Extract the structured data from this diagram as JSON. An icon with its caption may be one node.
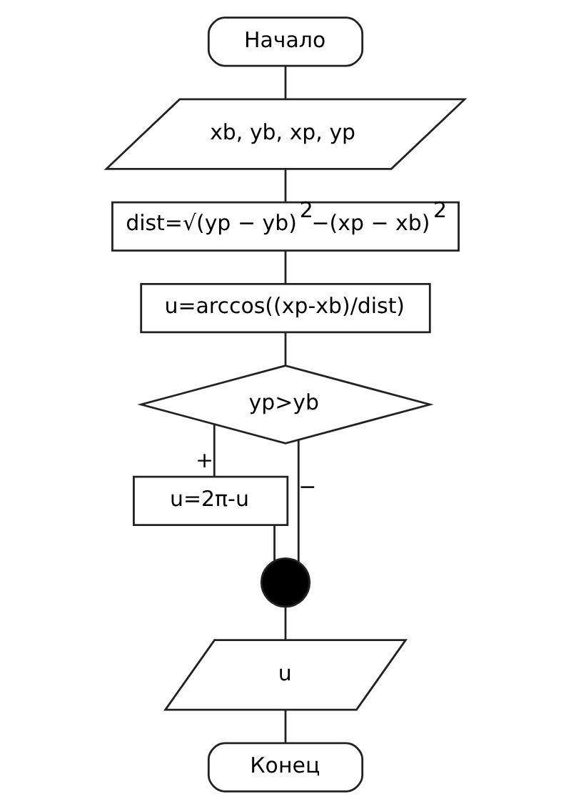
{
  "diagram": {
    "nodes": [
      {
        "text": [
          "Начало"
        ]
      },
      {
        "text": [
          "xb, yb, xp, yp"
        ]
      },
      {
        "text": [
          "dist=√(yp − yb)$^{2}$−(xp − xb)$^{2}$"
        ]
      },
      {
        "text": [
          "u=arccos((xp-xb)/dist)"
        ]
      },
      {
        "text": [
          "yp>yb"
        ]
      },
      {
        "text": [
          "u=2π-u"
        ]
      },
      {
        "text": [],
        "shape": "circle"
      },
      {
        "text": [
          "u"
        ]
      },
      {
        "text": [
          "Конец"
        ]
      }
    ],
    "edges": [
      {
        "from": 0,
        "to": 1,
        "arrow": "none"
      },
      {
        "from": 1,
        "to": 2,
        "arrow": "none"
      },
      {
        "from": 2,
        "to": 3,
        "arrow": "none"
      },
      {
        "from": 3,
        "to": 4,
        "arrow": "none"
      },
      {
        "from": 4,
        "to": 5,
        "arrow": "none",
        "label": "+"
      },
      {
        "from": 4,
        "to": 6,
        "arrow": "none",
        "label": "−"
      },
      {
        "from": 5,
        "to": 6,
        "arrow": "none"
      },
      {
        "from": 6,
        "to": 7,
        "arrow": "none"
      },
      {
        "from": 7,
        "to": 8,
        "arrow": "none"
      }
    ]
  }
}
